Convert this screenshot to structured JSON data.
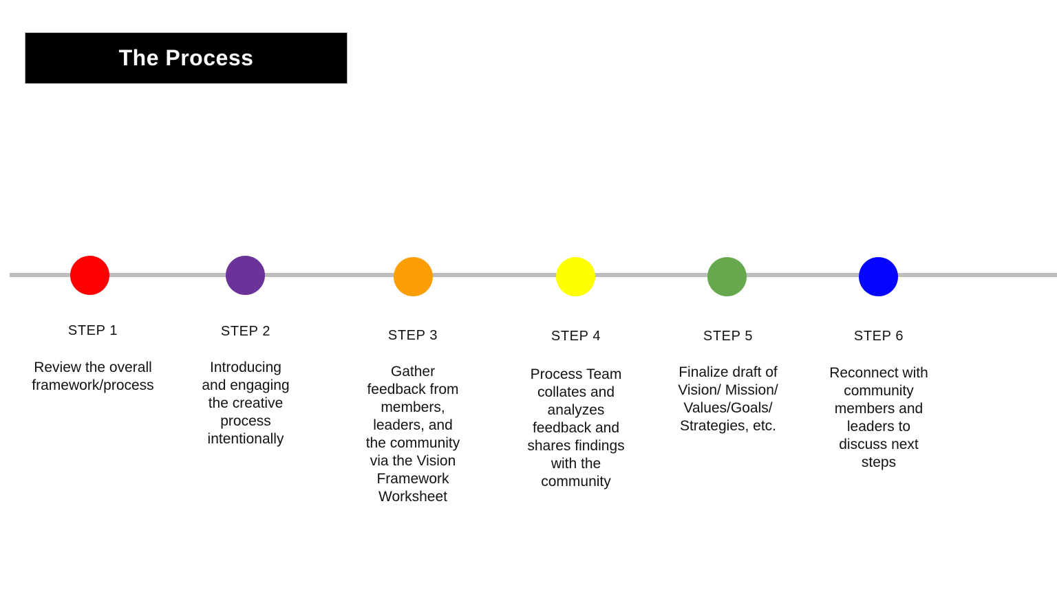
{
  "title": "The Process",
  "timeline": {
    "line_color": "#bebebe",
    "steps": [
      {
        "label": "STEP 1",
        "description": "Review the overall\nframework/process",
        "color": "#fe0000"
      },
      {
        "label": "STEP 2",
        "description": "Introducing\nand engaging\nthe creative\nprocess\nintentionally",
        "color": "#6b3299"
      },
      {
        "label": "STEP 3",
        "description": "Gather\nfeedback from\nmembers,\nleaders, and\nthe community\nvia the Vision\nFramework\nWorksheet",
        "color": "#fb9e04"
      },
      {
        "label": "STEP 4",
        "description": "Process Team\ncollates and\nanalyzes\nfeedback and\nshares findings\nwith the\ncommunity",
        "color": "#ffff00"
      },
      {
        "label": "STEP 5",
        "description": "Finalize draft of\nVision/ Mission/\nValues/Goals/\nStrategies, etc.",
        "color": "#66a84e"
      },
      {
        "label": "STEP 6",
        "description": "Reconnect with\ncommunity\nmembers and\nleaders to\ndiscuss next\nsteps",
        "color": "#0504ff"
      }
    ]
  }
}
